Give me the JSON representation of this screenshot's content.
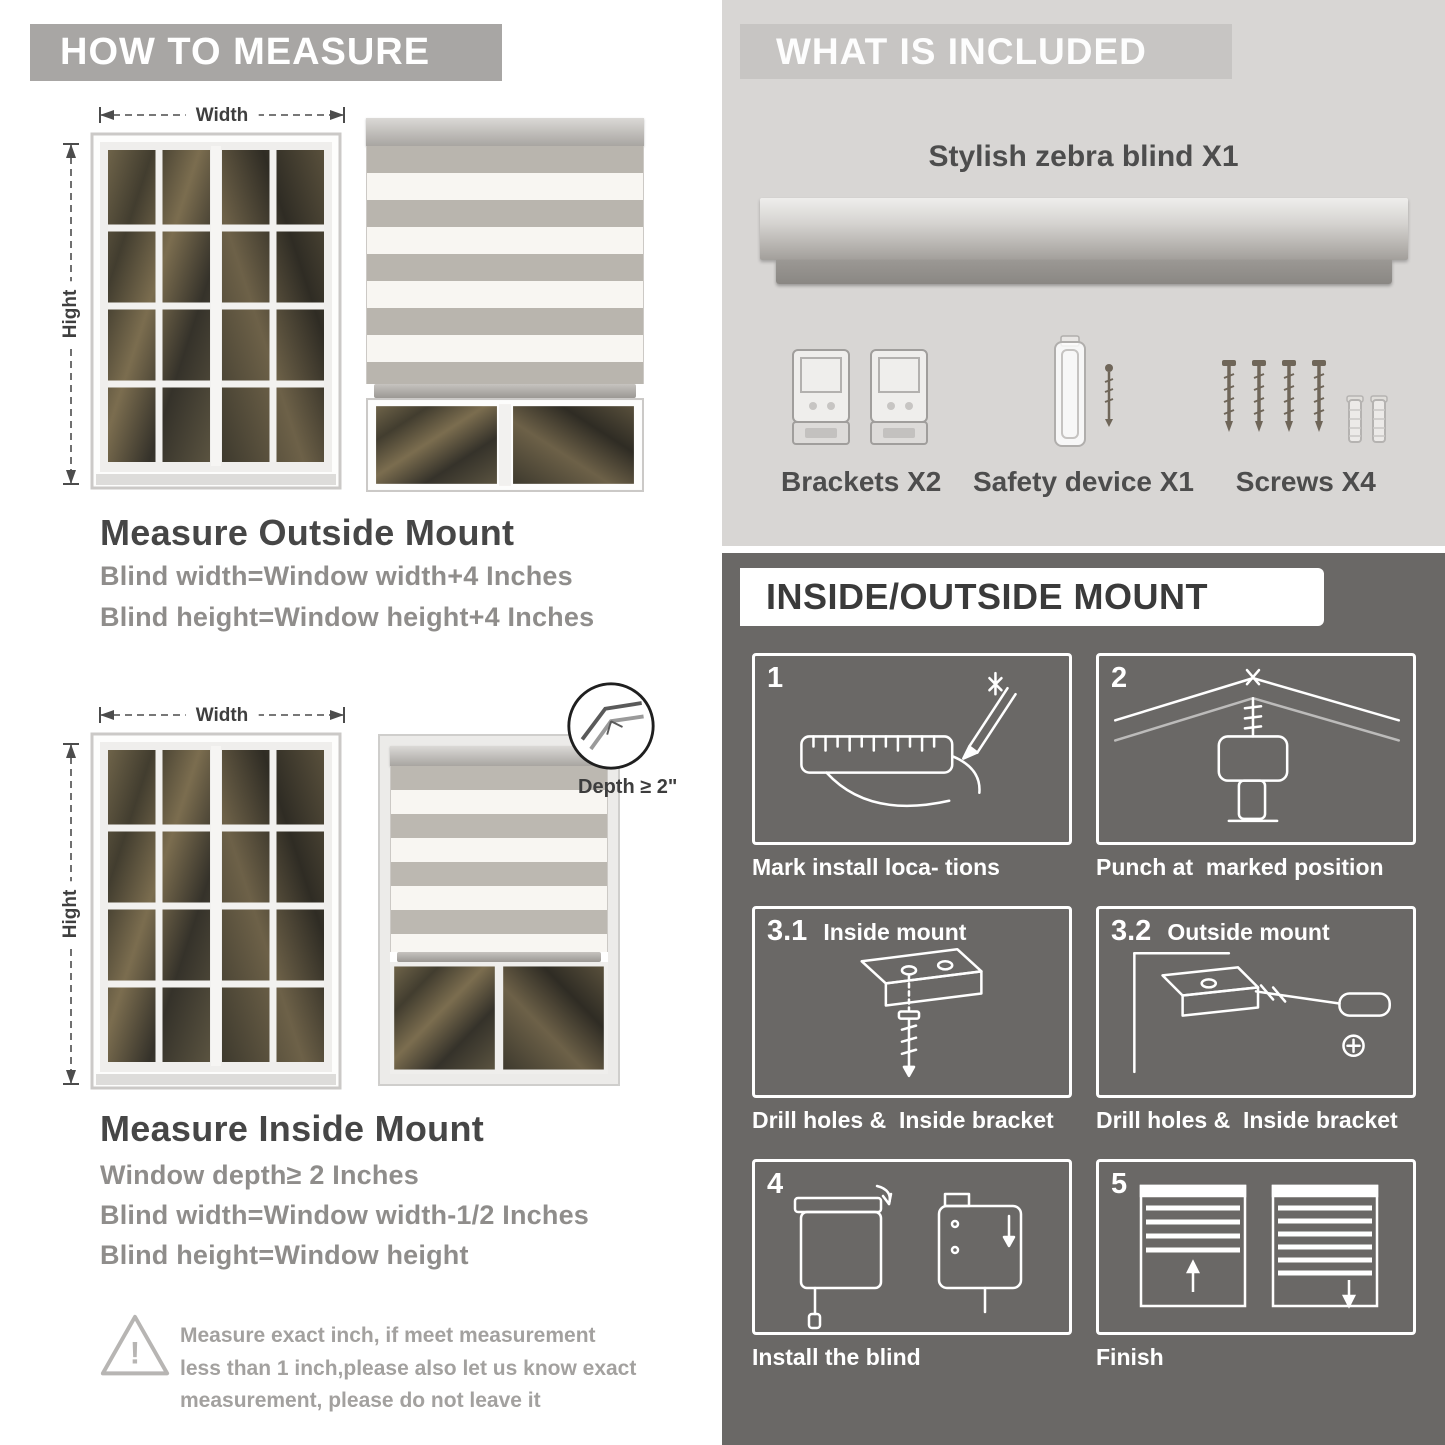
{
  "colors": {
    "banner_gray": "#a8a6a4",
    "panel_light": "#d8d6d4",
    "panel_header_gray": "#c7c5c3",
    "panel_dark": "#6a6866",
    "heading_dark": "#464646",
    "body_gray": "#8f8d8b",
    "white": "#ffffff"
  },
  "left": {
    "banner": "HOW TO MEASURE",
    "outside": {
      "width_label": "Width",
      "height_label": "Hight",
      "heading": "Measure Outside Mount",
      "line1": "Blind width=Window width+4 Inches",
      "line2": "Blind height=Window height+4 Inches"
    },
    "inside": {
      "width_label": "Width",
      "height_label": "Hight",
      "depth_label": "Depth ≥ 2\"",
      "heading": "Measure Inside Mount",
      "line1": "Window depth≥ 2 Inches",
      "line2": "Blind width=Window width-1/2 Inches",
      "line3": "Blind height=Window height"
    },
    "warning": {
      "icon": "warning-triangle-icon",
      "glyph": "!",
      "text": "Measure exact inch, if meet measurement less than 1 inch,please also let us know exact measurement, please do not leave it"
    }
  },
  "included": {
    "banner": "WHAT IS INCLUDED",
    "product": "Stylish zebra blind X1",
    "items": [
      {
        "name": "brackets",
        "label": "Brackets X2"
      },
      {
        "name": "safety-device",
        "label": "Safety device X1"
      },
      {
        "name": "screws",
        "label": "Screws X4"
      }
    ]
  },
  "mount": {
    "banner": "INSIDE/OUTSIDE MOUNT",
    "steps": [
      {
        "num": "1",
        "title": "",
        "caption": "Mark install loca- tions"
      },
      {
        "num": "2",
        "title": "",
        "caption": "Punch at  marked position"
      },
      {
        "num": "3.1",
        "title": "Inside mount",
        "caption": "Drill holes &  Inside bracket"
      },
      {
        "num": "3.2",
        "title": "Outside mount",
        "caption": "Drill holes &  Inside bracket"
      },
      {
        "num": "4",
        "title": "",
        "caption": "Install the blind"
      },
      {
        "num": "5",
        "title": "",
        "caption": "Finish"
      }
    ]
  }
}
